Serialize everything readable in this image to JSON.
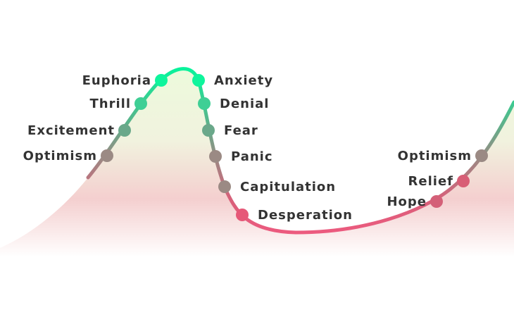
{
  "stages": [
    {
      "label": "Optimism",
      "side": "left",
      "color": "#9b8a84"
    },
    {
      "label": "Excitement",
      "side": "left",
      "color": "#6aa88a"
    },
    {
      "label": "Thrill",
      "side": "left",
      "color": "#3fcf95"
    },
    {
      "label": "Euphoria",
      "side": "left",
      "color": "#0ef59c"
    },
    {
      "label": "Anxiety",
      "side": "right",
      "color": "#0ef59c"
    },
    {
      "label": "Denial",
      "side": "right",
      "color": "#3fcf95"
    },
    {
      "label": "Fear",
      "side": "right",
      "color": "#6aa88a"
    },
    {
      "label": "Panic",
      "side": "right",
      "color": "#9b8a84"
    },
    {
      "label": "Capitulation",
      "side": "right",
      "color": "#9b8a84"
    },
    {
      "label": "Desperation",
      "side": "right",
      "color": "#e65878"
    },
    {
      "label": "Hope",
      "side": "left",
      "color": "#d46078"
    },
    {
      "label": "Relief",
      "side": "left",
      "color": "#d85e76"
    },
    {
      "label": "Optimism",
      "side": "left",
      "color": "#9b8a84"
    }
  ]
}
